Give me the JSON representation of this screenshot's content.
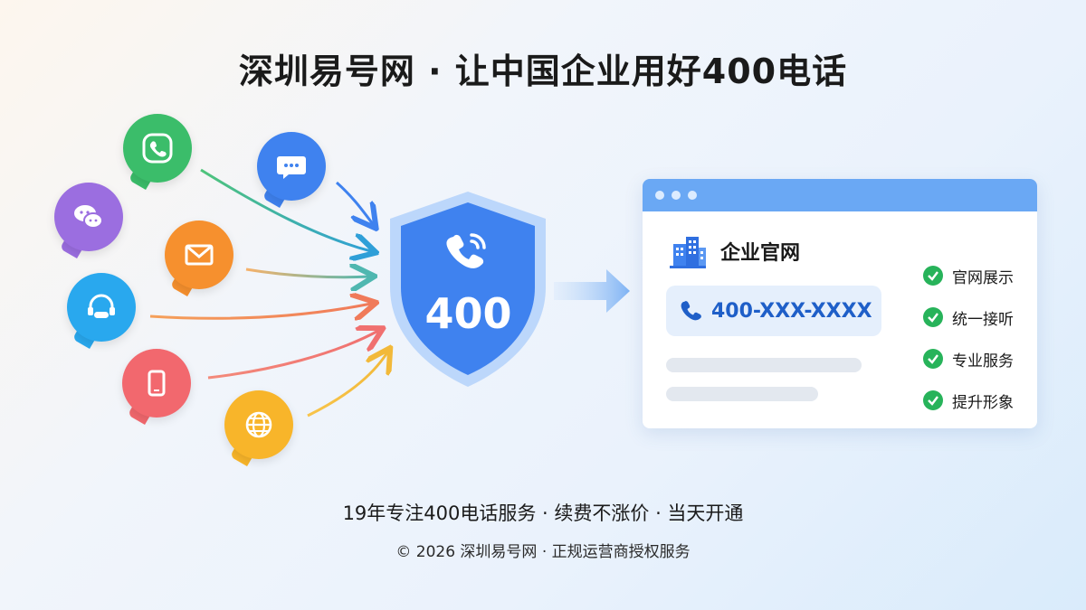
{
  "title": "深圳易号网 · 让中国企业用好400电话",
  "channels": [
    {
      "name": "phone",
      "icon": "phone-icon",
      "color": "#3bbd6a"
    },
    {
      "name": "wechat",
      "icon": "wechat-icon",
      "color": "#9b6ee0"
    },
    {
      "name": "chat",
      "icon": "chat-icon",
      "color": "#3f82ef"
    },
    {
      "name": "email",
      "icon": "mail-icon",
      "color": "#f6902e"
    },
    {
      "name": "support",
      "icon": "headset-icon",
      "color": "#29a8ee"
    },
    {
      "name": "mobile",
      "icon": "mobile-icon",
      "color": "#f2686e"
    },
    {
      "name": "web",
      "icon": "globe-icon",
      "color": "#f8b52a"
    }
  ],
  "shield": {
    "number": "400",
    "color": "#3f82ef"
  },
  "website": {
    "name": "企业官网",
    "phone": "400-XXX-XXXX",
    "features": [
      "官网展示",
      "统一接听",
      "专业服务",
      "提升形象"
    ]
  },
  "tagline": "19年专注400电话服务 · 续费不涨价 · 当天开通",
  "copyright": "© 2026 深圳易号网 · 正规运营商授权服务"
}
